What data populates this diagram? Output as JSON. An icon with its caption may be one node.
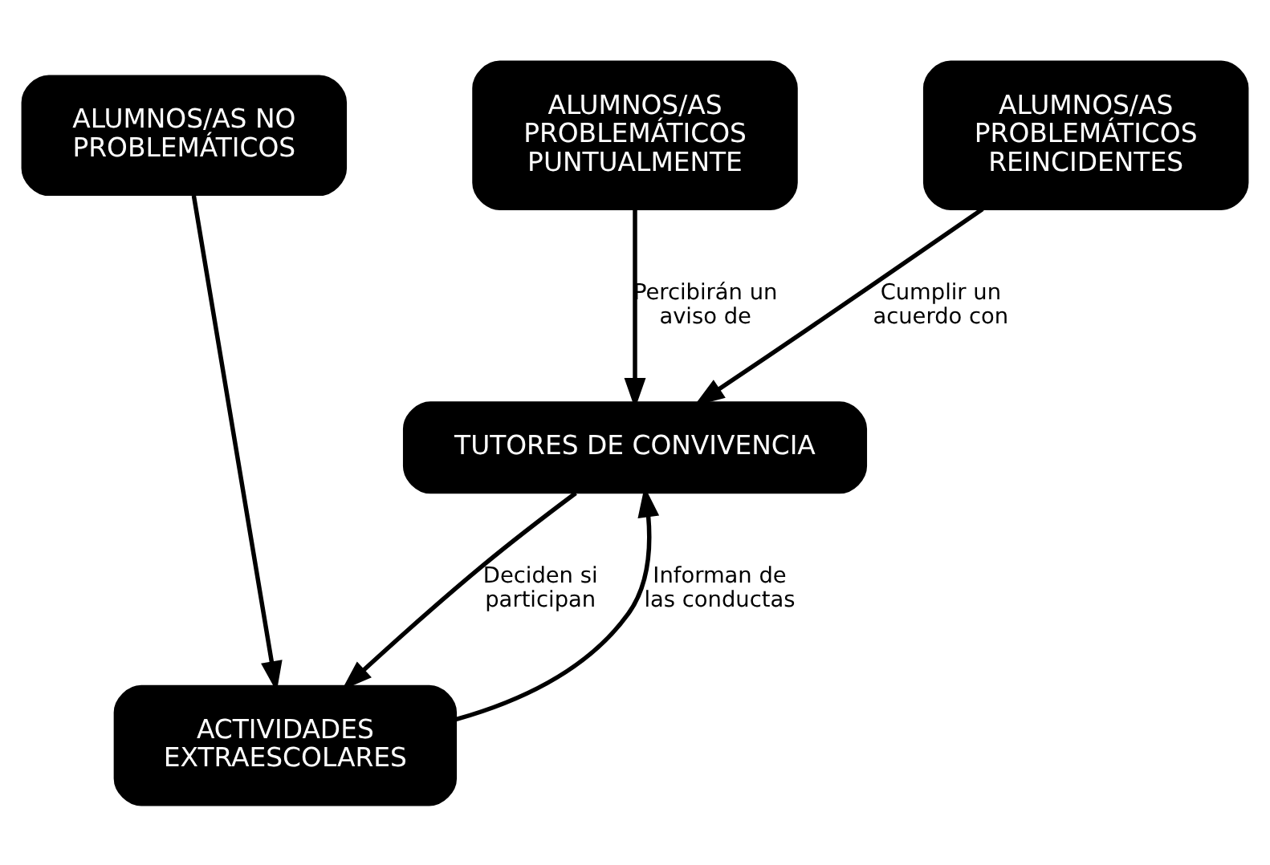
{
  "diagram": {
    "nodes": [
      {
        "text": [
          "ALUMNOS/AS NO PROBLEMÁTICOS"
        ]
      },
      {
        "text": [
          "ALUMNOS/AS PROBLEMÁTICOS PUNTUALMENTE"
        ]
      },
      {
        "text": [
          "ALUMNOS/AS PROBLEMÁTICOS REINCIDENTES"
        ]
      },
      {
        "text": [
          "TUTORES DE CONVIVENCIA"
        ]
      },
      {
        "text": [
          "ACTIVIDADES EXTRAESCOLARES"
        ]
      }
    ],
    "edges": [
      {
        "from": 0,
        "to": 4,
        "arrow": "to"
      },
      {
        "from": 1,
        "to": 3,
        "arrow": "to",
        "label": "Percibirán un aviso de"
      },
      {
        "from": 2,
        "to": 3,
        "arrow": "to",
        "label": "Cumplir un acuerdo con"
      },
      {
        "from": 4,
        "to": 3,
        "arrow": "to",
        "label": "Informan de las conductas"
      },
      {
        "from": 3,
        "to": 4,
        "arrow": "to",
        "label": "Deciden si participan"
      }
    ]
  }
}
